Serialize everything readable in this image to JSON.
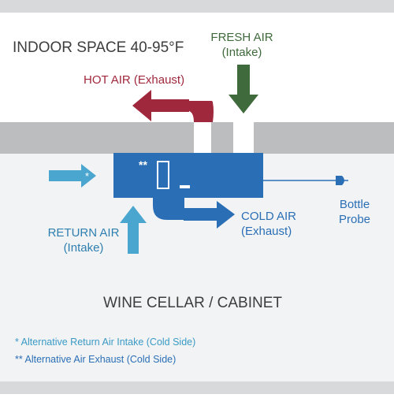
{
  "indoor": {
    "title": "INDOOR SPACE 40-95°F"
  },
  "fresh_air": {
    "line1": "FRESH AIR",
    "line2": "(Intake)"
  },
  "hot_air": {
    "label": "HOT AIR (Exhaust)"
  },
  "cellar": {
    "title": "WINE CELLAR / CABINET"
  },
  "return_air": {
    "line1": "RETURN AIR",
    "line2": "(Intake)"
  },
  "cold_air": {
    "line1": "COLD AIR",
    "line2": "(Exhaust)"
  },
  "probe": {
    "line1": "Bottle",
    "line2": "Probe"
  },
  "unit": {
    "marker_single": "*",
    "marker_double": "**"
  },
  "footnotes": {
    "note1": "*   Alternative Return Air Intake (Cold Side)",
    "note2": "** Alternative Air Exhaust (Cold Side)"
  },
  "colors": {
    "unit_blue": "#2a6fb6",
    "light_blue": "#4aa6cf",
    "hot_red": "#a0283c",
    "fresh_green": "#3f6a3b",
    "wall_gray": "#bcbdbf",
    "cellar_bg": "#f2f3f4",
    "text_dark": "#3d3d3d"
  }
}
